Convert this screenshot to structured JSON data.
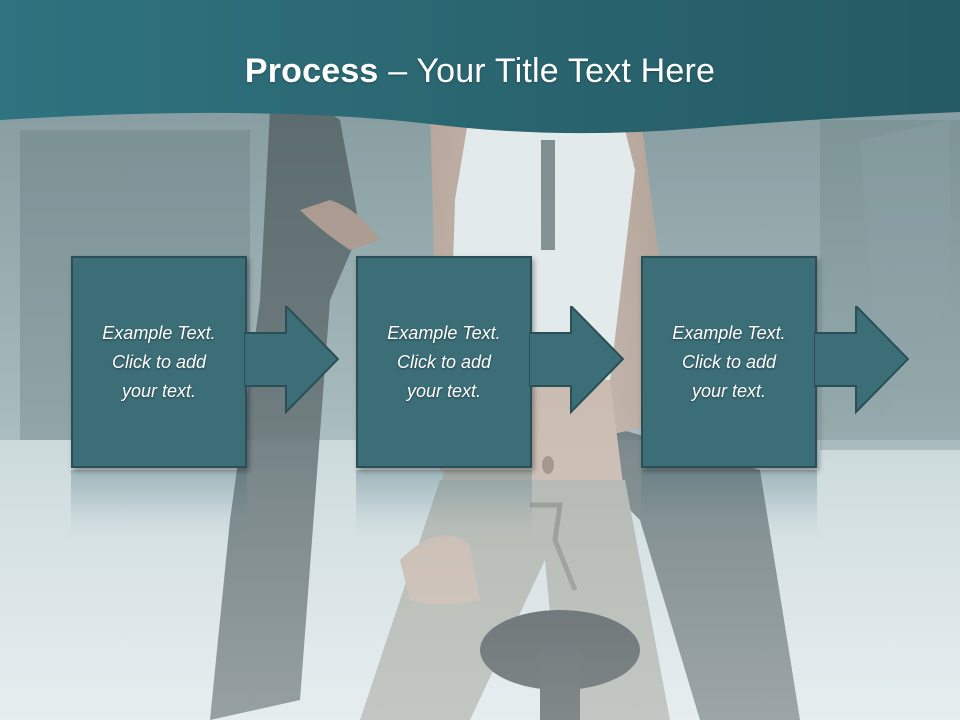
{
  "slide": {
    "title_bold": "Process",
    "title_rest": " – Your Title Text Here"
  },
  "steps": [
    {
      "line1": "Example Text.",
      "line2": "Click  to add",
      "line3": "your text."
    },
    {
      "line1": "Example Text.",
      "line2": "Click  to add",
      "line3": "your text."
    },
    {
      "line1": "Example Text.",
      "line2": "Click  to add",
      "line3": "your text."
    }
  ],
  "colors": {
    "banner": "#2e6b76",
    "box_fill": "#3c6e78",
    "box_border": "#2a4f57",
    "text": "#ffffff"
  },
  "icons": [
    "right-arrow-icon",
    "right-arrow-icon",
    "right-arrow-icon"
  ]
}
